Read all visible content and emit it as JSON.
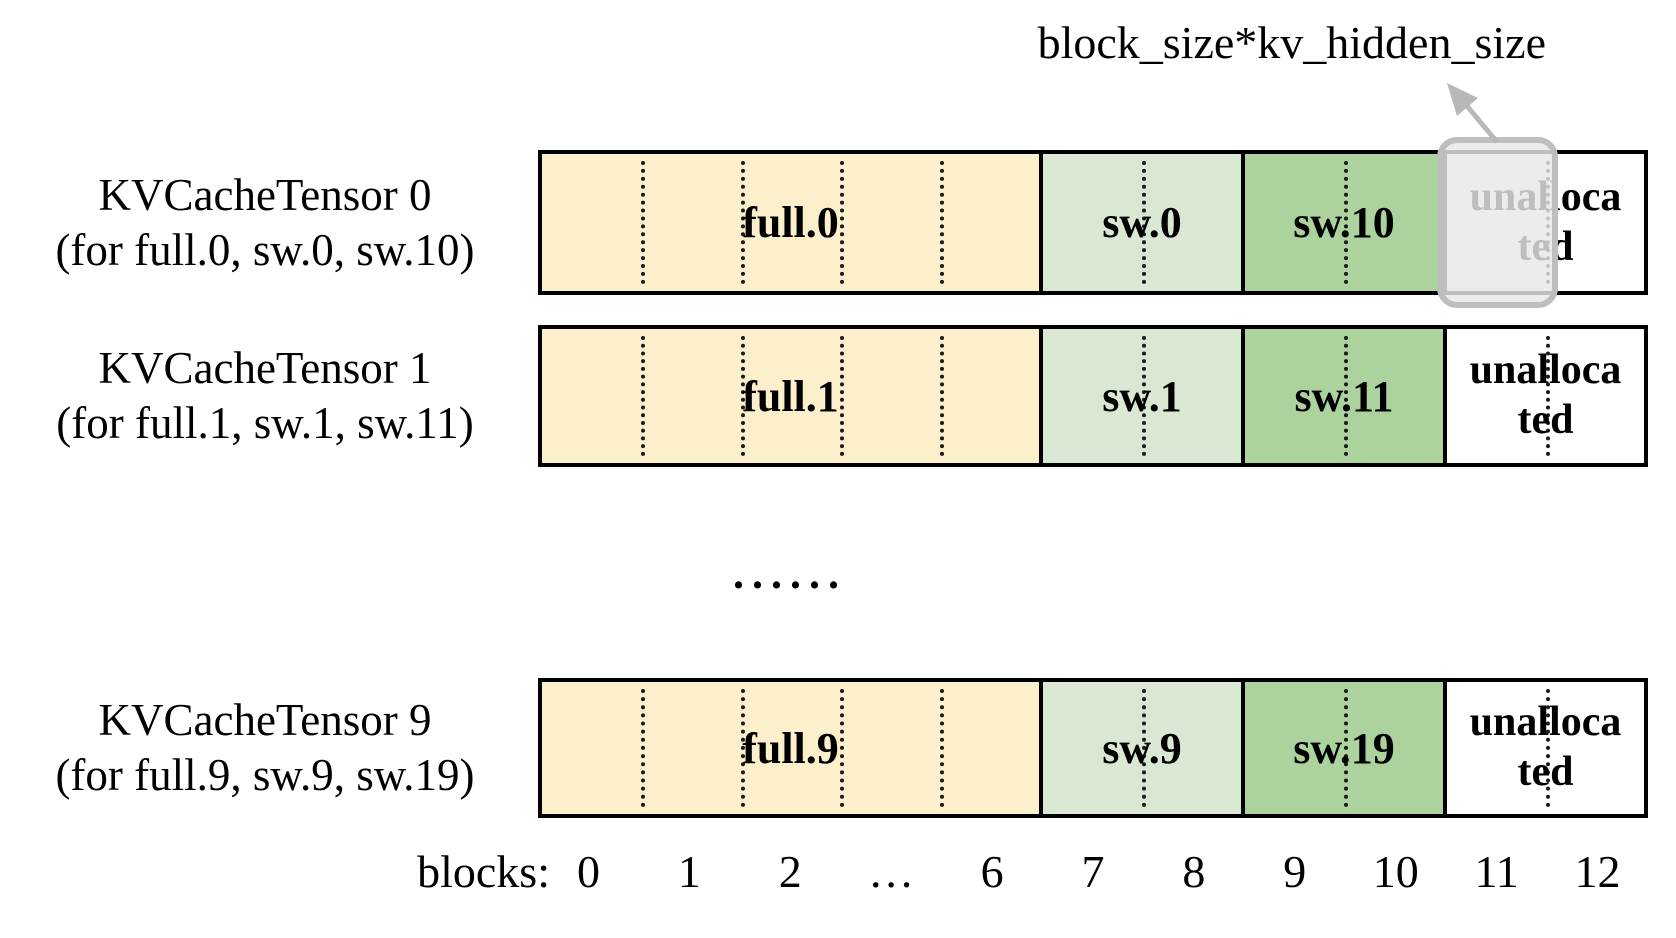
{
  "annotation": {
    "label": "block_size*kv_hidden_size"
  },
  "rows": [
    {
      "name": "KVCacheTensor 0",
      "subtitle": "(for full.0, sw.0, sw.10)",
      "full": "full.0",
      "sw": "sw.0",
      "sw2": "sw.10",
      "unallocated_line1": "unalloca",
      "unallocated_line2": "ted"
    },
    {
      "name": "KVCacheTensor 1",
      "subtitle": "(for full.1, sw.1, sw.11)",
      "full": "full.1",
      "sw": "sw.1",
      "sw2": "sw.11",
      "unallocated_line1": "unalloca",
      "unallocated_line2": "ted"
    },
    {
      "name": "KVCacheTensor 9",
      "subtitle": "(for full.9, sw.9, sw.19)",
      "full": "full.9",
      "sw": "sw.9",
      "sw2": "sw.19",
      "unallocated_line1": "unalloca",
      "unallocated_line2": "ted"
    }
  ],
  "ellipsis": "......",
  "axis": {
    "label": "blocks:",
    "ticks": [
      "0",
      "1",
      "2",
      "…",
      "6",
      "7",
      "8",
      "9",
      "10",
      "11",
      "12"
    ]
  },
  "colors": {
    "full_bg": "#FCF0CC",
    "sw_bg": "#DAE8D3",
    "sw2_bg": "#ACD39E",
    "border": "#000000",
    "highlight_fill": "rgba(232,232,232,0.82)",
    "highlight_border": "#BEBEBE",
    "arrow": "#B8B8B8",
    "text": "#000000"
  }
}
